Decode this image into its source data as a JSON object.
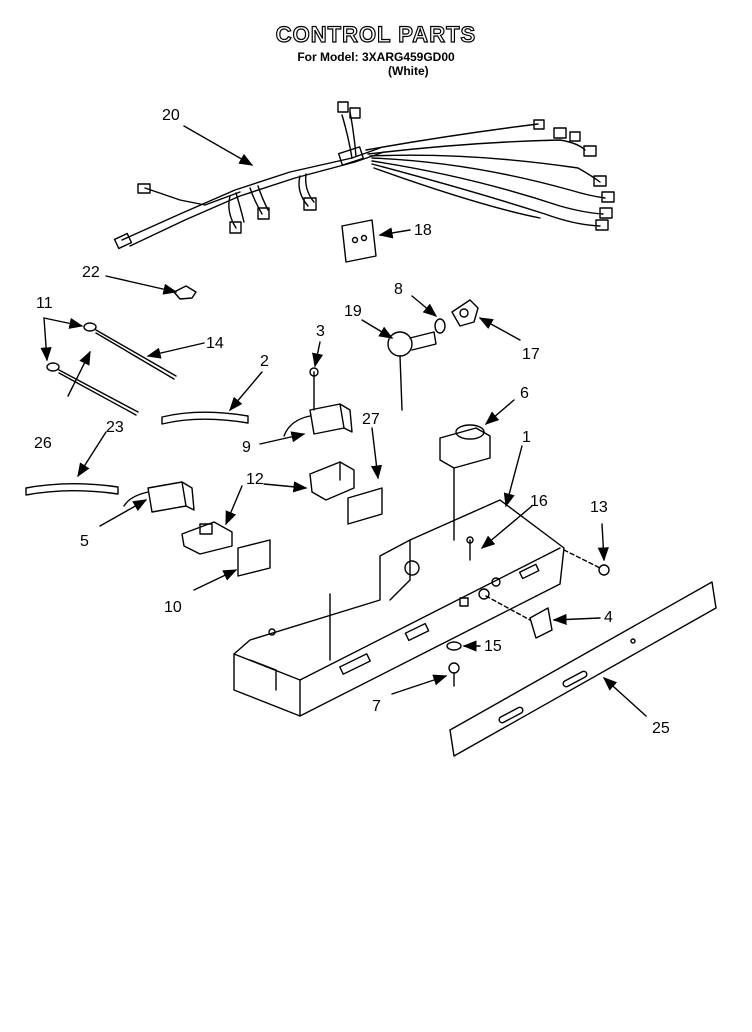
{
  "header": {
    "title": "CONTROL PARTS",
    "model_line": "For Model: 3XARG459GD00",
    "color_line": "(White)"
  },
  "callouts": [
    "20",
    "18",
    "22",
    "8",
    "11",
    "19",
    "3",
    "14",
    "2",
    "17",
    "6",
    "27",
    "9",
    "26",
    "23",
    "1",
    "12",
    "16",
    "13",
    "5",
    "4",
    "10",
    "15",
    "7",
    "25"
  ]
}
